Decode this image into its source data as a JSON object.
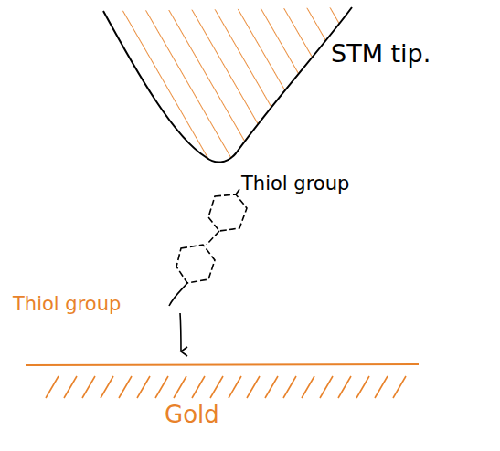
{
  "diagram": {
    "labels": [
      "STM tip.",
      "Thiol group",
      "Thiol group",
      "Gold"
    ]
  }
}
